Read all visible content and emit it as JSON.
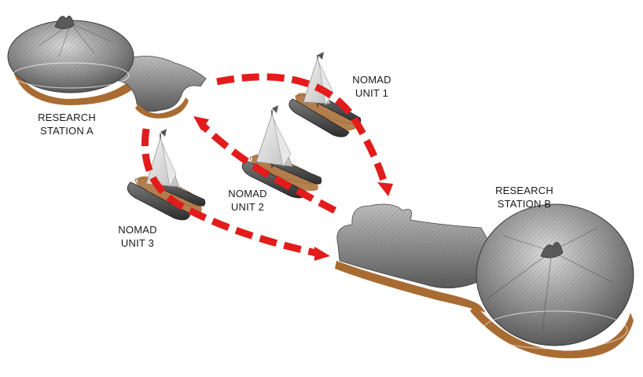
{
  "labels": {
    "station_a": [
      "RESEARCH",
      "STATION A"
    ],
    "station_b": [
      "RESEARCH",
      "STATION B"
    ],
    "unit_1": [
      "NOMAD",
      "UNIT 1"
    ],
    "unit_2": [
      "NOMAD",
      "UNIT 2"
    ],
    "unit_3": [
      "NOMAD",
      "UNIT 3"
    ]
  },
  "colors": {
    "arrow": "#e31b1b",
    "hull_dark": "#4a4a4a",
    "hull_light": "#b9b9b9",
    "wood": "#a86b32",
    "sail": "#dcdcdc"
  },
  "icons": {
    "station": "mushroom-pavilion",
    "boat": "sail-catamaran",
    "arrow": "dashed-route-arrow"
  }
}
